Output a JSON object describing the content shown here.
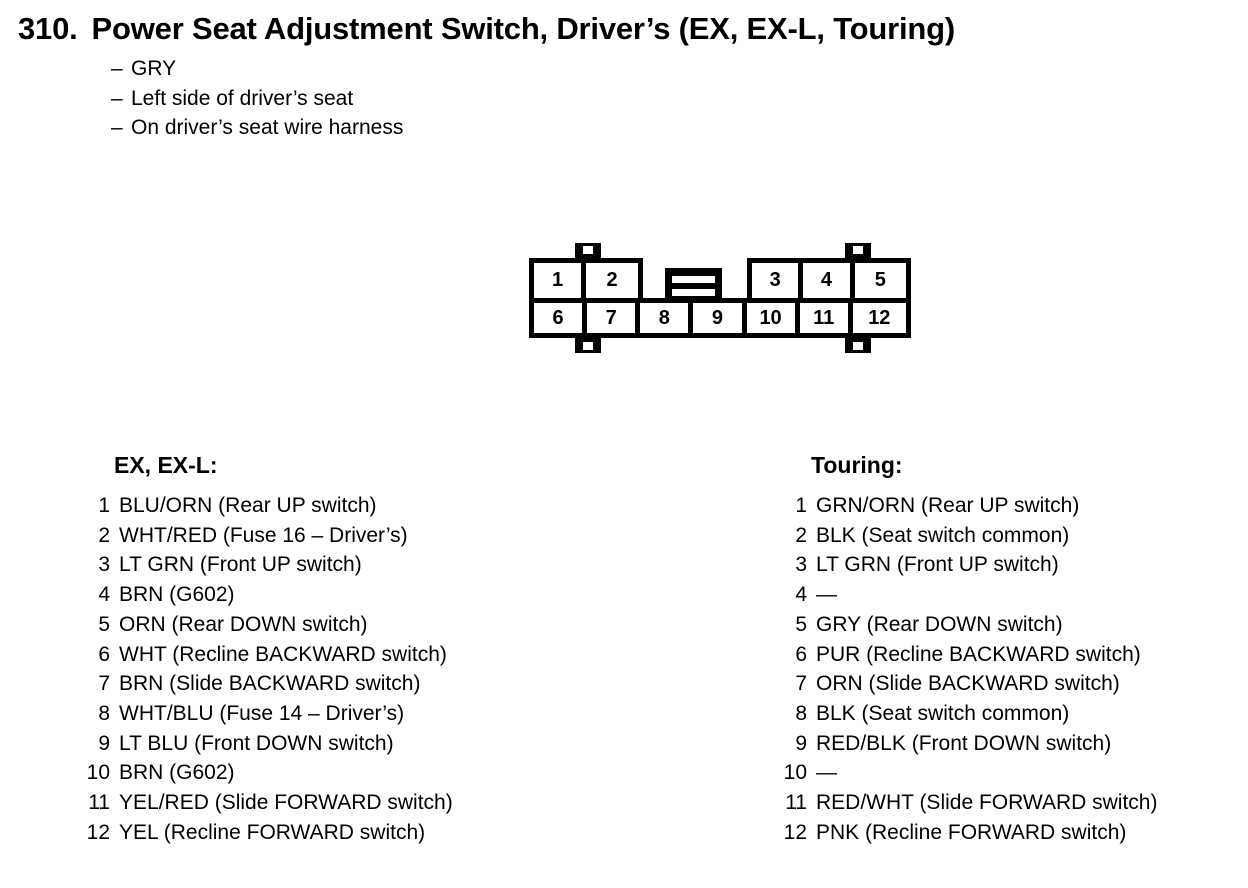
{
  "header": {
    "number": "310.",
    "title": "Power Seat Adjustment Switch, Driver’s (EX, EX-L, Touring)",
    "bullets": [
      "GRY",
      "Left side of driver’s seat",
      "On driver’s seat wire harness"
    ],
    "dash": "–"
  },
  "connector": {
    "name": "12-pin connector terminal layout",
    "top_left_pins": [
      "1",
      "2"
    ],
    "top_right_pins": [
      "3",
      "4",
      "5"
    ],
    "bottom_pins": [
      "6",
      "7",
      "8",
      "9",
      "10",
      "11",
      "12"
    ],
    "lock_feature": "locking tab with two slots"
  },
  "columns": [
    {
      "heading": "EX, EX-L:",
      "pins": [
        {
          "num": "1",
          "desc": "BLU/ORN (Rear UP switch)"
        },
        {
          "num": "2",
          "desc": "WHT/RED (Fuse 16 – Driver’s)"
        },
        {
          "num": "3",
          "desc": "LT GRN (Front UP switch)"
        },
        {
          "num": "4",
          "desc": "BRN (G602)"
        },
        {
          "num": "5",
          "desc": "ORN (Rear DOWN switch)"
        },
        {
          "num": "6",
          "desc": "WHT (Recline BACKWARD switch)"
        },
        {
          "num": "7",
          "desc": "BRN (Slide BACKWARD switch)"
        },
        {
          "num": "8",
          "desc": "WHT/BLU (Fuse 14 – Driver’s)"
        },
        {
          "num": "9",
          "desc": "LT BLU (Front DOWN switch)"
        },
        {
          "num": "10",
          "desc": "BRN (G602)"
        },
        {
          "num": "11",
          "desc": "YEL/RED (Slide FORWARD switch)"
        },
        {
          "num": "12",
          "desc": "YEL (Recline FORWARD switch)"
        }
      ]
    },
    {
      "heading": "Touring:",
      "pins": [
        {
          "num": "1",
          "desc": "GRN/ORN (Rear UP switch)"
        },
        {
          "num": "2",
          "desc": "BLK (Seat switch common)"
        },
        {
          "num": "3",
          "desc": "LT GRN (Front UP switch)"
        },
        {
          "num": "4",
          "desc": "—"
        },
        {
          "num": "5",
          "desc": "GRY (Rear DOWN switch)"
        },
        {
          "num": "6",
          "desc": "PUR (Recline BACKWARD switch)"
        },
        {
          "num": "7",
          "desc": "ORN (Slide BACKWARD switch)"
        },
        {
          "num": "8",
          "desc": "BLK (Seat switch common)"
        },
        {
          "num": "9",
          "desc": "RED/BLK (Front DOWN switch)"
        },
        {
          "num": "10",
          "desc": "—"
        },
        {
          "num": "11",
          "desc": "RED/WHT (Slide FORWARD switch)"
        },
        {
          "num": "12",
          "desc": "PNK (Recline FORWARD switch)"
        }
      ]
    }
  ]
}
